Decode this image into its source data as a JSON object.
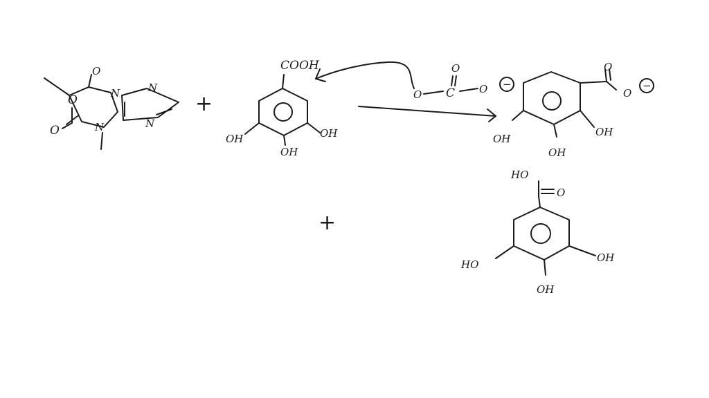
{
  "colors": {
    "background": "#ffffff",
    "ink": "#1a1a1a"
  },
  "caffeine": {
    "carbonyl_top_o": "O",
    "carbonyl_left_o": "O",
    "ring_o": "O",
    "n1": "N",
    "n3": "N",
    "n7": "N",
    "n9": "N"
  },
  "gallic_acid": {
    "cooh": "COOH",
    "oh_left": "OH",
    "oh_bottom": "OH",
    "oh_right": "OH"
  },
  "operators": {
    "plus_first": "+",
    "plus_second": "+"
  },
  "carboxylate": {
    "o_left": "O",
    "c": "C",
    "o_top": "O",
    "o_right": "O",
    "minus": "−"
  },
  "gallate_anion": {
    "o_top": "O",
    "o_right": "O",
    "minus": "−",
    "oh_left": "OH",
    "oh_bottom": "OH",
    "oh_right": "OH"
  },
  "gallic_acid_product": {
    "ho_top": "HO",
    "o_double": "O",
    "ho_left": "HO",
    "oh_bottom": "OH",
    "oh_right": "OH"
  }
}
